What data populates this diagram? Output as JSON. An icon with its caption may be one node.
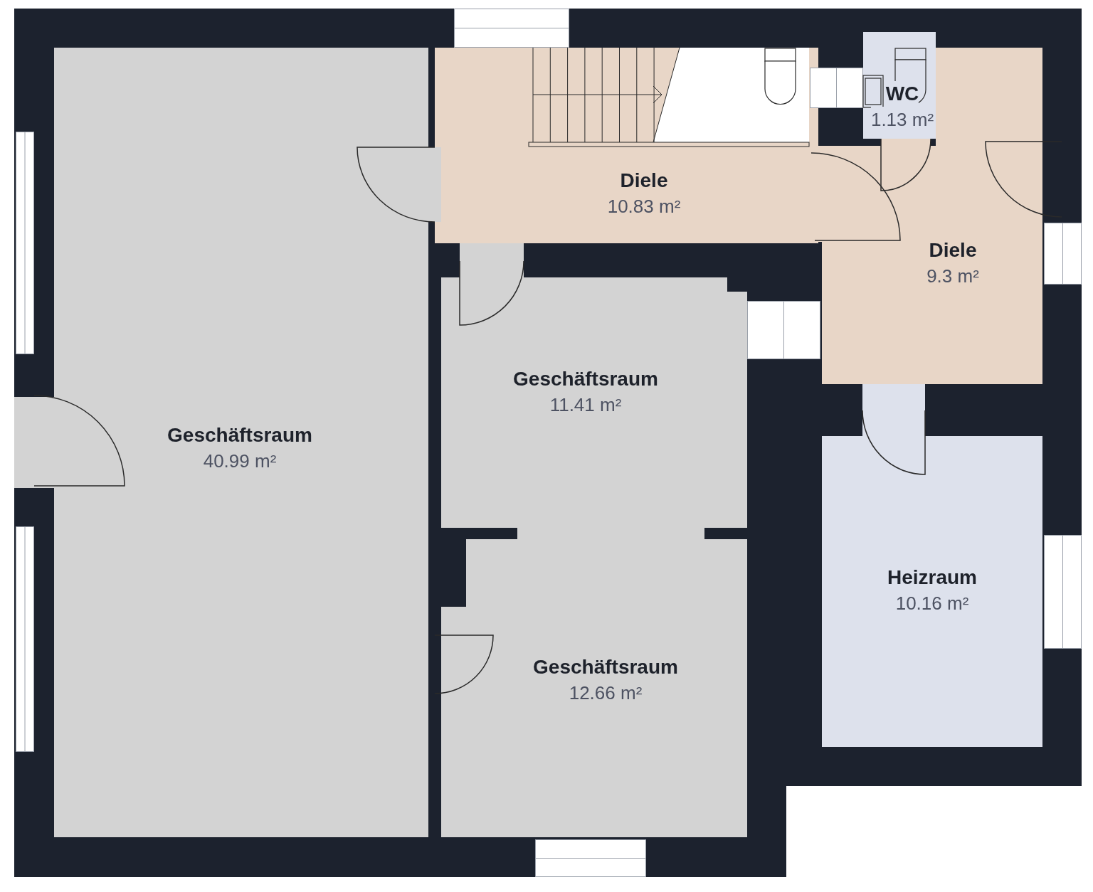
{
  "diagram": {
    "nodes": [
      {
        "text": [
          "WC",
          "1.13 m²"
        ]
      },
      {
        "text": [
          "Diele",
          "10.83 m²"
        ]
      },
      {
        "text": [
          "Diele",
          "9.3 m²"
        ]
      },
      {
        "text": [
          "Geschäftsraum",
          "11.41 m²"
        ]
      },
      {
        "text": [
          "Geschäftsraum",
          "40.99 m²"
        ]
      },
      {
        "text": [
          "Heizraum",
          "10.16 m²"
        ]
      },
      {
        "text": [
          "Geschäftsraum",
          "12.66 m²"
        ]
      }
    ]
  }
}
